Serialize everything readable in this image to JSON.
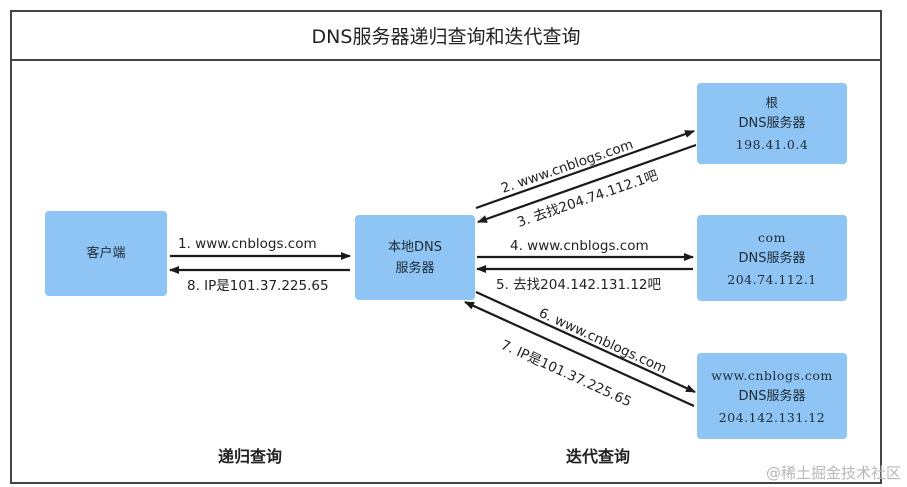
{
  "title": "DNS服务器递归查询和迭代查询",
  "nodes": {
    "client": {
      "label": "客户端"
    },
    "local": {
      "line1": "本地DNS",
      "line2": "服务器"
    },
    "root": {
      "line1": "根",
      "line2": "DNS服务器",
      "line3": "198.41.0.4"
    },
    "com": {
      "line1": "com",
      "line2": "DNS服务器",
      "line3": "204.74.112.1"
    },
    "auth": {
      "line1": "www.cnblogs.com",
      "line2": "DNS服务器",
      "line3": "204.142.131.12"
    }
  },
  "arrows": {
    "a1": "1. www.cnblogs.com",
    "a2": "2. www.cnblogs.com",
    "a3": "3. 去找204.74.112.1吧",
    "a4": "4. www.cnblogs.com",
    "a5": "5. 去找204.142.131.12吧",
    "a6": "6. www.cnblogs.com",
    "a7": "7. IP是101.37.225.65",
    "a8": "8. IP是101.37.225.65"
  },
  "sections": {
    "recursive": "递归查询",
    "iterative": "迭代查询"
  },
  "watermark": "@稀土掘金技术社区",
  "colors": {
    "node_fill": "#8ec5f4",
    "arrow": "#1a1a1a",
    "border": "#444444"
  }
}
